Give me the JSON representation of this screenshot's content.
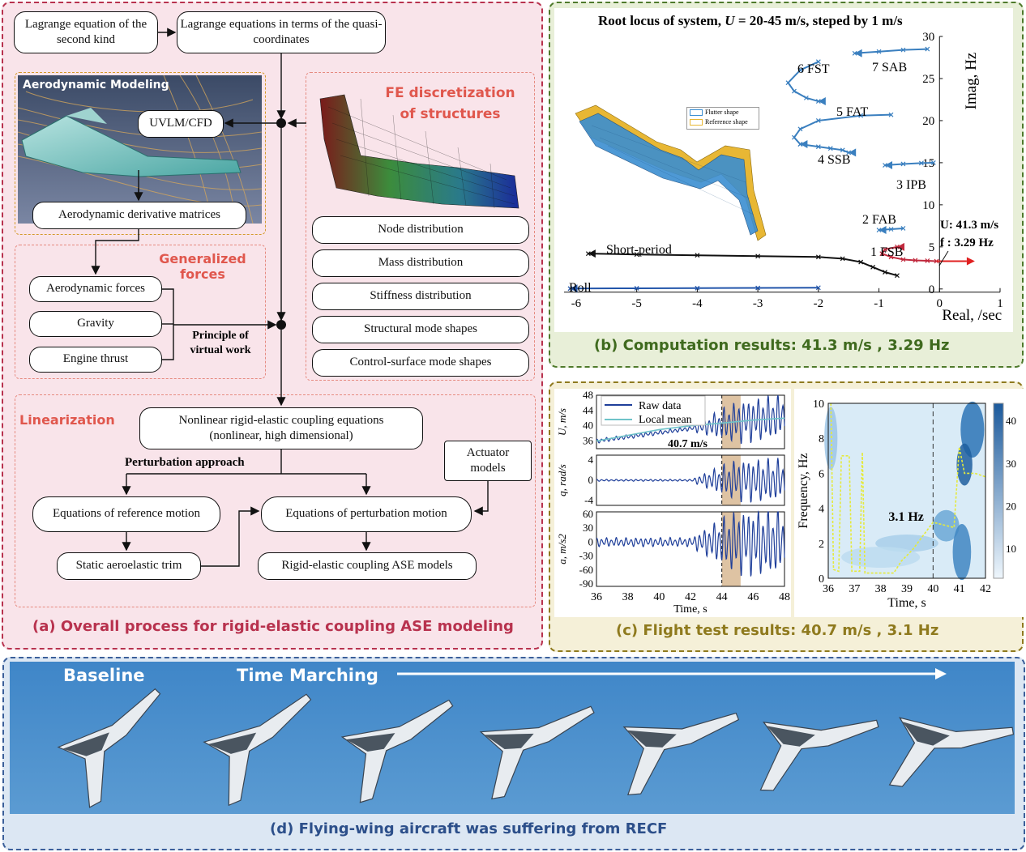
{
  "panel_a": {
    "caption": "(a) Overall process for rigid-elastic coupling ASE modeling",
    "lagrange_2nd": "Lagrange equation of the second kind",
    "lagrange_quasi": "Lagrange equations in terms of the quasi-coordinates",
    "aero_modeling_title": "Aerodynamic Modeling",
    "uvlm": "UVLM/CFD",
    "aero_deriv": "Aerodynamic derivative matrices",
    "fe_title": "FE discretization of structures",
    "fe_items": [
      "Node distribution",
      "Mass distribution",
      "Stiffness distribution",
      "Structural mode shapes",
      "Control-surface mode shapes"
    ],
    "gen_forces_title": "Generalized forces",
    "forces": [
      "Aerodynamic forces",
      "Gravity",
      "Engine thrust"
    ],
    "principle": "Principle of virtual work",
    "linearization_title": "Linearization",
    "nonlinear_eq": "Nonlinear rigid-elastic coupling equations (nonlinear, high dimensional)",
    "perturbation_approach": "Perturbation approach",
    "actuator": "Actuator models",
    "eq_reference": "Equations of reference motion",
    "eq_perturbation": "Equations of perturbation motion",
    "static_trim": "Static aeroelastic trim",
    "ase_models": "Rigid-elastic coupling ASE models"
  },
  "panel_b": {
    "caption": "(b)  Computation results: 41.3 m/s ,  3.29 Hz",
    "title_pre": "Root locus of system, ",
    "title_var": "U",
    "title_post": " = 20-45 m/s, steped by 1 m/s",
    "xlabel": "Real, /sec",
    "ylabel": "Imag, Hz",
    "legend": [
      "Flutter shape",
      "Reference shape"
    ],
    "annot_u": "U: 41.3 m/s",
    "annot_f": "f :  3.29 Hz",
    "branch_labels": [
      "7 SAB",
      "6 FST",
      "5 FAT",
      "4 SSB",
      "3 IPB",
      "2 FAB",
      "1 FSB",
      "Short-period",
      "Roll"
    ],
    "colors": {
      "branch": "#3a7fbf",
      "short_period": "#111111",
      "roll": "#2255aa",
      "fsb": "#c0283c",
      "critical": "#e02020"
    }
  },
  "panel_c": {
    "caption": "(c) Flight test results: 40.7 m/s ,  3.1 Hz",
    "legend": [
      "Raw data",
      "Local mean"
    ],
    "ylabels": [
      "U, m/s",
      "q, rad/s",
      "a, m/s2"
    ],
    "annot_speed": "40.7 m/s",
    "xlabel": "Time, s",
    "spec_xlabel": "Time, s",
    "spec_ylabel": "Frequency, Hz",
    "annot_freq": "3.1 Hz"
  },
  "panel_d": {
    "caption": "(d) Flying-wing aircraft was suffering from RECF",
    "baseline": "Baseline",
    "time_marching": "Time Marching"
  },
  "chart_data": [
    {
      "type": "scatter",
      "title": "Root locus of system, U = 20-45 m/s, steped by 1 m/s",
      "xlabel": "Real, /sec",
      "ylabel": "Imag, Hz",
      "xlim": [
        -6.2,
        1
      ],
      "ylim": [
        -0.5,
        30
      ],
      "x_ticks": [
        -6,
        -5,
        -4,
        -3,
        -2,
        -1,
        0,
        1
      ],
      "y_ticks": [
        0,
        5,
        10,
        15,
        20,
        25,
        30
      ],
      "series": [
        {
          "name": "7 SAB",
          "x": [
            -0.2,
            -0.6,
            -1.0,
            -1.4
          ],
          "y": [
            28.5,
            28.4,
            28.2,
            28.0
          ]
        },
        {
          "name": "6 FST",
          "x": [
            -2.0,
            -2.3,
            -2.5,
            -2.4,
            -2.2,
            -2.0
          ],
          "y": [
            27.0,
            26.0,
            24.5,
            23.5,
            22.7,
            22.3
          ]
        },
        {
          "name": "5 FAT",
          "x": [
            -0.8,
            -1.3,
            -2.0,
            -2.3,
            -2.4,
            -2.3
          ],
          "y": [
            20.7,
            20.6,
            20.0,
            19.0,
            18.0,
            17.2
          ]
        },
        {
          "name": "4 SSB",
          "x": [
            -2.3,
            -2.0,
            -1.8,
            -1.6,
            -1.5
          ],
          "y": [
            17.2,
            16.9,
            16.7,
            16.5,
            16.2
          ]
        },
        {
          "name": "3 IPB",
          "x": [
            -0.1,
            -0.3,
            -0.6,
            -0.9
          ],
          "y": [
            15.0,
            14.95,
            14.85,
            14.7
          ]
        },
        {
          "name": "2 FAB",
          "x": [
            -0.6,
            -0.8,
            -1.0
          ],
          "y": [
            7.2,
            7.1,
            7.0
          ]
        },
        {
          "name": "1 FSB",
          "x": [
            -0.05,
            -0.2,
            -0.4,
            -0.6,
            -0.8,
            -0.95,
            -0.9,
            -0.7
          ],
          "y": [
            3.3,
            3.35,
            3.4,
            3.5,
            3.8,
            4.2,
            4.7,
            5.0
          ]
        },
        {
          "name": "Short-period",
          "x": [
            -0.7,
            -0.9,
            -1.1,
            -1.3,
            -1.6,
            -2.0,
            -3.0,
            -4.0,
            -5.0,
            -5.8
          ],
          "y": [
            1.6,
            2.0,
            2.6,
            3.2,
            3.6,
            3.8,
            3.9,
            4.0,
            4.1,
            4.2
          ]
        },
        {
          "name": "Roll",
          "x": [
            -2.0,
            -3.0,
            -4.0,
            -5.0,
            -6.1
          ],
          "y": [
            0.15,
            0.12,
            0.1,
            0.08,
            0.05
          ]
        }
      ]
    },
    {
      "type": "line",
      "xlabel": "Time, s",
      "xlim": [
        36,
        48
      ],
      "x_ticks": [
        36,
        38,
        40,
        42,
        44,
        46,
        48
      ],
      "series": [
        {
          "name": "Raw data",
          "ylabel": "U, m/s",
          "ylim": [
            34,
            48
          ],
          "y_ticks": [
            36,
            40,
            44,
            48
          ],
          "x": [
            36,
            38,
            40,
            42,
            44,
            46,
            48
          ],
          "y": [
            36,
            37.5,
            39,
            40,
            40.7,
            42,
            43
          ]
        },
        {
          "name": "Local mean",
          "ylabel": "U, m/s",
          "x": [
            36,
            38,
            40,
            42,
            44,
            46,
            48
          ],
          "y": [
            36,
            37.5,
            39,
            40,
            40.7,
            41.5,
            42
          ]
        }
      ],
      "q_axis": {
        "ylabel": "q, rad/s",
        "ylim": [
          -5,
          5
        ],
        "y_ticks": [
          -4,
          0,
          4
        ]
      },
      "a_axis": {
        "ylabel": "a, m/s2",
        "ylim": [
          -95,
          65
        ],
        "y_ticks": [
          -90,
          -60,
          -30,
          0,
          30,
          60
        ]
      }
    },
    {
      "type": "heatmap",
      "xlabel": "Time, s",
      "ylabel": "Frequency, Hz",
      "xlim": [
        36,
        42
      ],
      "ylim": [
        0,
        10
      ],
      "x_ticks": [
        36,
        37,
        38,
        39,
        40,
        41,
        42
      ],
      "y_ticks": [
        0,
        2,
        4,
        6,
        8,
        10
      ],
      "colorbar_ticks": [
        10,
        20,
        30,
        40
      ]
    }
  ]
}
